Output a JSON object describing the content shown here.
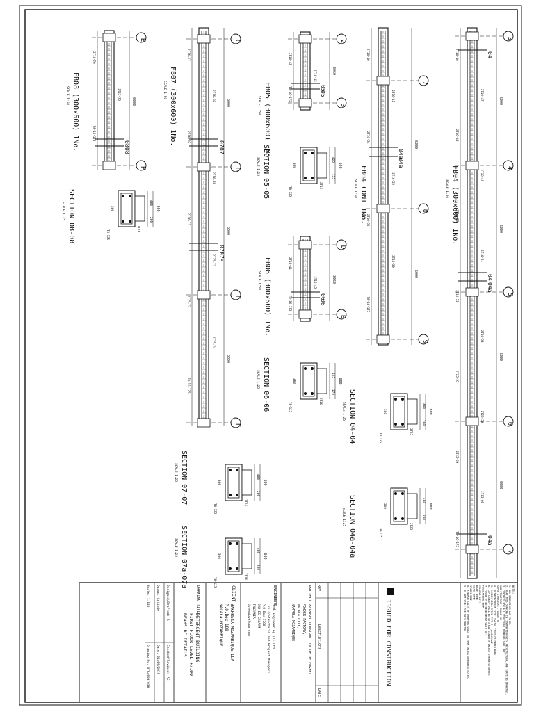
{
  "beams": {
    "fb04": {
      "title": "FB04 (300x600) 1No.",
      "scale": "SCALE 1:50",
      "grids": [
        "3",
        "4",
        "5",
        "6",
        "7"
      ],
      "sections": [
        "04",
        "04",
        "04a",
        "04a"
      ],
      "spans": [
        "6000",
        "6000",
        "6000",
        "6000"
      ],
      "rebar_labels": [
        "2T16-46",
        "2T16-47",
        "2T16-48",
        "2T16-49",
        "2T16-50",
        "2T16-51",
        "2T16-52",
        "2T16-53",
        "2T25-57",
        "2T25-58",
        "2T25-59",
        "2T25-60",
        "T8-16-175"
      ]
    },
    "fb04_cont": {
      "title": "FB04 CONT 1No.",
      "scale": "SCALE 1:50",
      "grids": [
        "7",
        "8",
        "9"
      ],
      "sections": [
        "04a",
        "04a"
      ],
      "spans": [
        "6000",
        "6000"
      ],
      "rebar_labels": [
        "2T16-40",
        "2T16-41",
        "2T16-54",
        "2T16-55",
        "2T16-56",
        "2T16-39",
        "T8-16-175"
      ]
    },
    "fb05": {
      "title": "FB05 (300x600) 1No.",
      "scale": "SCALE 1:50",
      "grids": [
        "2",
        "3"
      ],
      "sections": [
        "05",
        "05"
      ],
      "spans": [
        "3060"
      ],
      "rebar_labels": [
        "2T16-42",
        "2T16-43",
        "T8-16-175"
      ]
    },
    "fb06": {
      "title": "FB06 (300x600) 1No.",
      "scale": "SCALE 1:50",
      "grids": [
        "D",
        "E"
      ],
      "sections": [
        "06",
        "06"
      ],
      "spans": [
        "3060"
      ],
      "rebar_labels": [
        "2T16-44",
        "2T16-45",
        "T8-16-175"
      ]
    },
    "fb07": {
      "title": "FB07 (300x600) 1No.",
      "scale": "SCALE 1:50",
      "grids": [
        "C",
        "D",
        "E",
        "F"
      ],
      "sections": [
        "07",
        "07",
        "07a",
        "07a"
      ],
      "spans": [
        "6000",
        "6000",
        "6000"
      ],
      "rebar_labels": [
        "2T16-67",
        "2T16-68",
        "2T16-69",
        "2T16-70",
        "2T16-71",
        "2T25-72",
        "2T25-73",
        "2T25-74",
        "T8-16-175"
      ]
    },
    "fb08": {
      "title": "FB08 (300x600) 1No.",
      "scale": "SCALE 1:50",
      "grids": [
        "E",
        "F"
      ],
      "sections": [
        "08",
        "08"
      ],
      "spans": [
        "6000"
      ],
      "rebar_labels": [
        "2T16-76",
        "2T25-75",
        "T8-16-175"
      ]
    }
  },
  "cross_sections": [
    {
      "title": "SECTION 08-08",
      "scale": "SCALE 1:25",
      "width": "600",
      "dims": [
        "400",
        "200"
      ],
      "depth": "300",
      "top_bar": "2T16",
      "stirrup": "T8-125"
    },
    {
      "title": "SECTION 05-05",
      "scale": "SCALE 1:25",
      "width": "600",
      "dims": [
        "425",
        "175"
      ],
      "depth": "300",
      "top_bar": "2T16",
      "stirrup": "T8-125"
    },
    {
      "title": "SECTION 06-06",
      "scale": "SCALE 1:25",
      "width": "600",
      "dims": [
        "425",
        "175"
      ],
      "depth": "300",
      "top_bar": "2T16",
      "stirrup": "T8-125"
    },
    {
      "title": "SECTION 04-04",
      "scale": "SCALE 1:25",
      "width": "600",
      "dims": [
        "400",
        "200"
      ],
      "depth": "300",
      "top_bar": "2T25",
      "stirrup": "T8-125"
    },
    {
      "title": "SECTION 04a-04a",
      "scale": "SCALE 1:25",
      "width": "600",
      "dims": [
        "400",
        "200"
      ],
      "depth": "300",
      "top_bar": "2T25",
      "stirrup": "T8-125"
    },
    {
      "title": "SECTION 07-07",
      "scale": "SCALE 1:25",
      "width": "600",
      "dims": [
        "400",
        "200"
      ],
      "depth": "300",
      "top_bar": "2T16",
      "stirrup": "T8-125"
    },
    {
      "title": "SECTION 07a-07a",
      "scale": "SCALE 1:25",
      "width": "600",
      "dims": [
        "400",
        "200"
      ],
      "depth": "300",
      "top_bar": "2T16",
      "stirrup": "T8-125"
    }
  ],
  "notes": {
    "heading": "NOTES:",
    "items": [
      "1. ALL DIMENSIONS ARE IN MM.",
      "2. READ THIS DRAWING IN CONJUNCTION WITH ARCHITECTURAL AND SERVICES DRAWINGS.",
      "3. CONCRETE FOR ALL STRUCTURAL MEMBERS SHALL BE:",
      "SUB STRUCTURE - GRADE 30",
      "SUPER STRUCTURE - GRADE 30",
      "4. REINFORCEMENT TYPE: Y=HIGH YIELD DEFORMED BARS",
      "5. Y=HIGH YIELD STEEL TYPE 2, fy=460N/mm2",
      "6. LAP LENGTH SHALL BE 40 x BAR DIAMETER UNLESS OTHERWISE NOTED.",
      "7. COVER TO REINFORCEMENT SHALL BE:",
      "FOUNDATIONS 50MM",
      "COLUMNS 40MM",
      "BEAMS 30MM",
      "SLABS 25MM",
      "STAIRS 25MM",
      "8. MINIMUM SIZES OF CHAMFERS SHALL BE 20MM UNLESS OTHERWISE NOTED.",
      "9. DO NOT SCALE OFF THIS DRAWING"
    ]
  },
  "title_block": {
    "status": "ISSUED FOR CONSTRUCTION",
    "revision_headers": [
      "Rev.",
      "Descriptions",
      "DATE"
    ],
    "engineers_label": "ENGINEERS :",
    "engineer_lines": [
      "DOVE Engineering (T) Ltd",
      "Civil/Structural and Project Managers",
      "P.O.Box 1708",
      "DAR ES SALAAM",
      "TANZANIA",
      "dove@dovelcon.com"
    ],
    "project_label": "PROJECT :",
    "project_lines": [
      "PROPOSED CONSTRUCTION OF DETERGENT",
      "POWDER FACTORY,",
      "NACALA CITY,",
      "NAMPULA-MOZAMBIQUE."
    ],
    "client_label": "CLIENT :",
    "client_lines": [
      "BAKHRESA MOZAMBIQUE LDA",
      "P.O.Box 189",
      "NACALA-MOZAMBIQUE."
    ],
    "drawing_title_label": "DRAWING TITLE:",
    "drawing_title_lines": [
      "DETERGENT BUILDING",
      "FIRST FLOOR LEVEL +7.00",
      "BEAMS RC DETAILS"
    ],
    "designed_by": "Designed/Drafted: R",
    "checked_by": "Checked/Revised: AC",
    "drawn_by": "Drawn: Lutinde",
    "date": "Date: 04/09/2019",
    "scale": "Scale: 1:125",
    "drawing_no": "Drawing No: STR/003/030"
  }
}
